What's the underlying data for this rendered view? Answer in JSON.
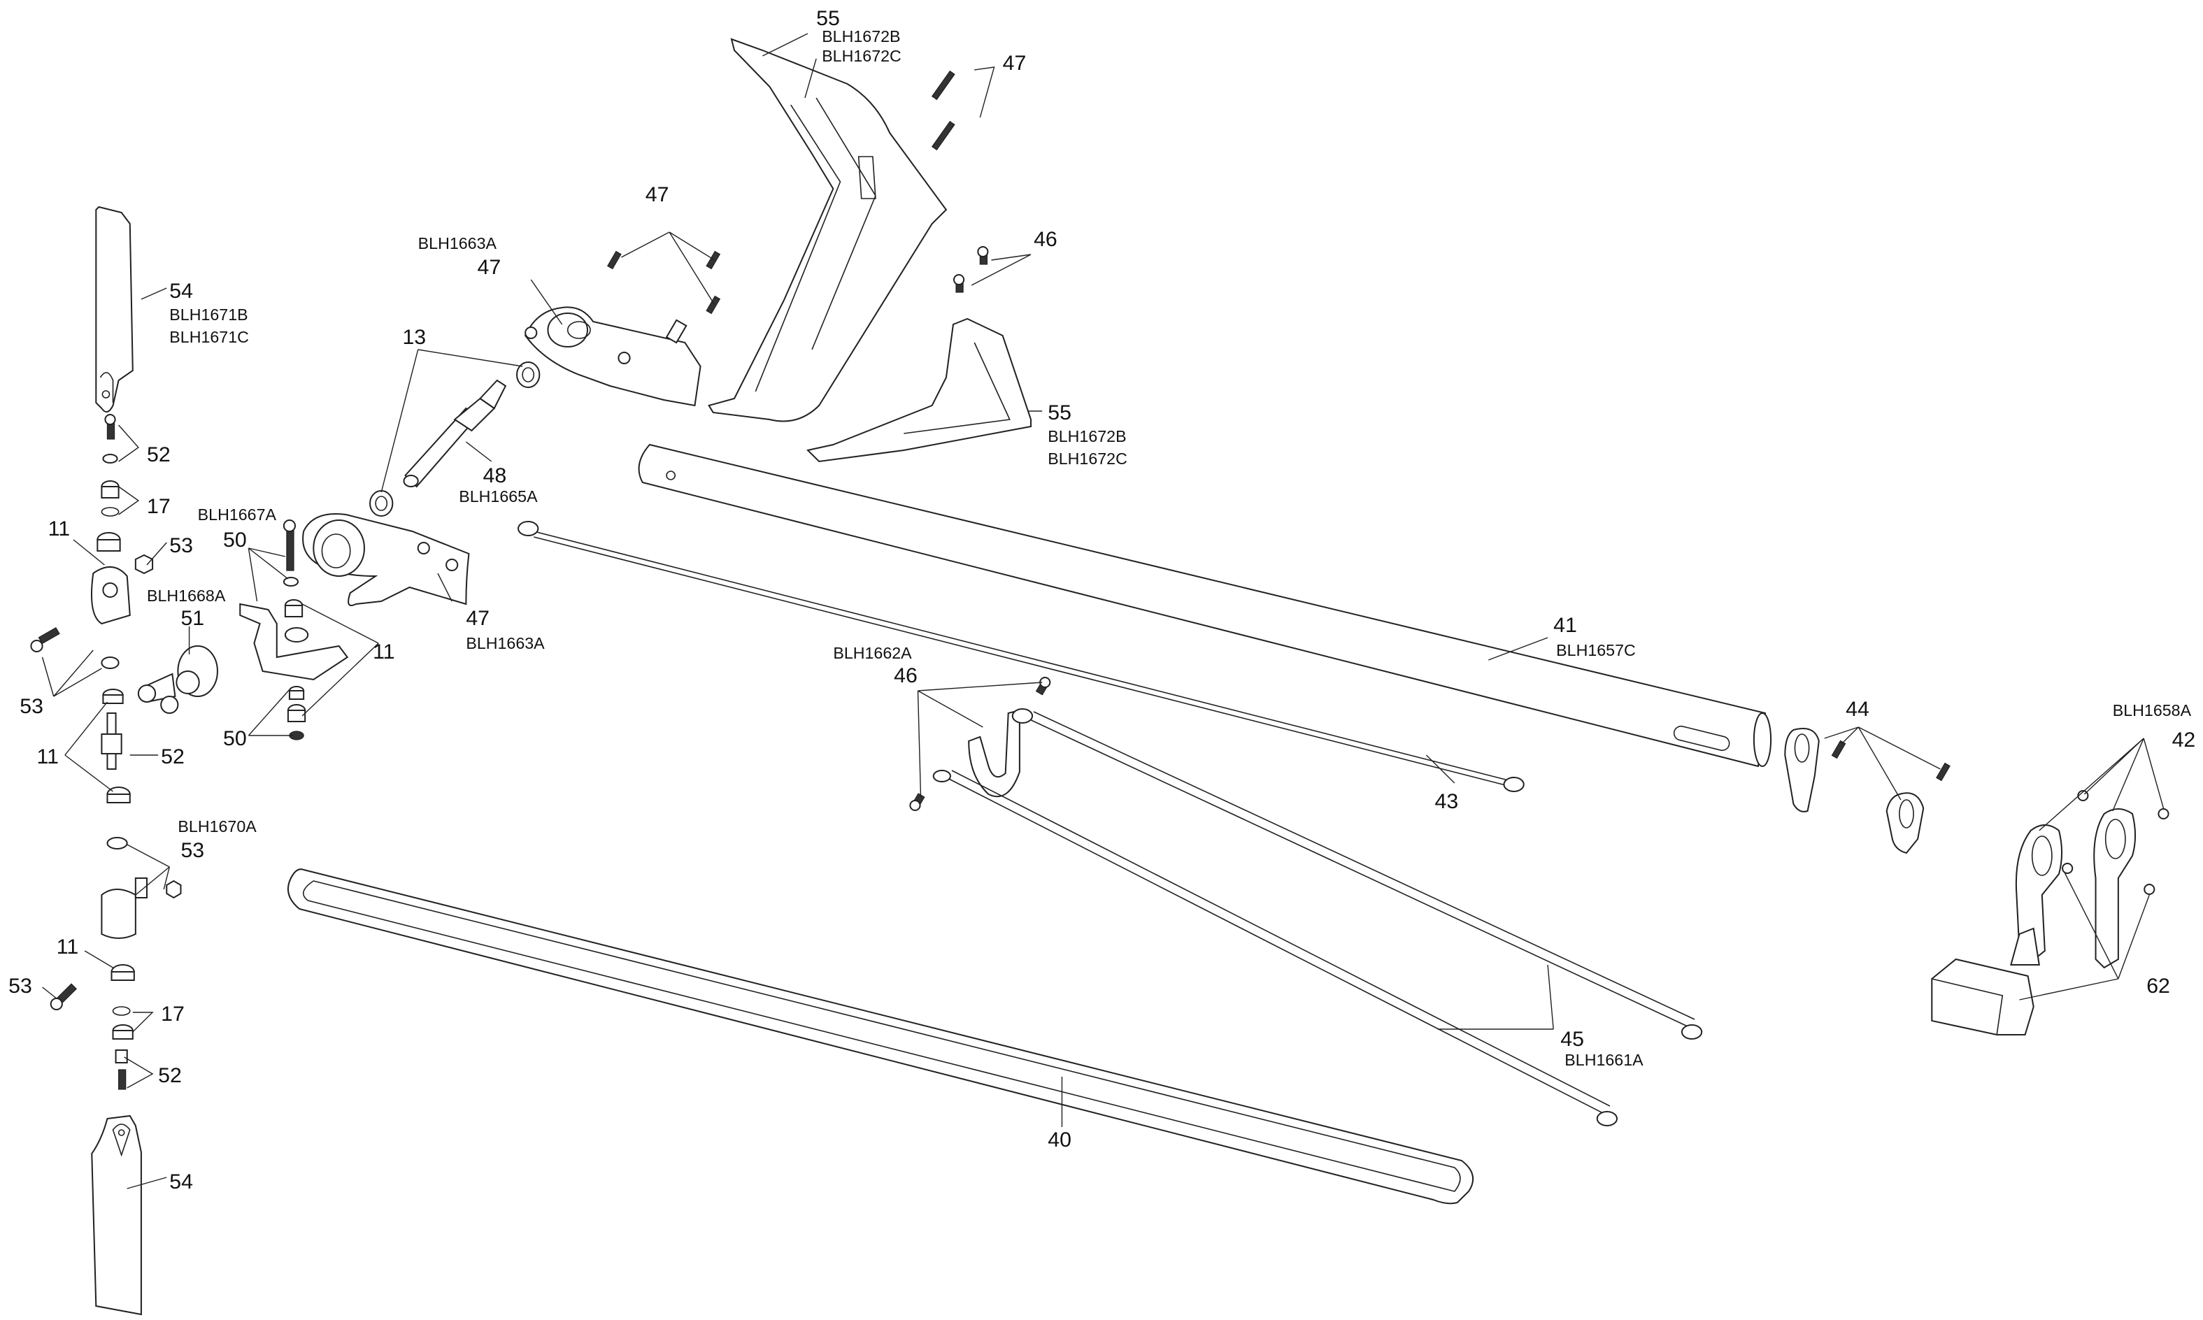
{
  "diagram": {
    "title": "Tail assembly exploded parts diagram",
    "callouts": [
      {
        "id": "c55-top",
        "number": "55",
        "codes": [
          "BLH1672B",
          "BLH1672C"
        ],
        "part": "vertical-fin"
      },
      {
        "id": "c47-top-right",
        "number": "47",
        "codes": [],
        "part": "fin-screws"
      },
      {
        "id": "c47-center",
        "number": "47",
        "codes": [],
        "part": "case-screws"
      },
      {
        "id": "c46-top",
        "number": "46",
        "codes": [],
        "part": "horizontal-fin-screws"
      },
      {
        "id": "c47-case",
        "number": "47",
        "codes": [
          "BLH1663A"
        ],
        "code_above": true,
        "part": "tail-case-half"
      },
      {
        "id": "c54-top",
        "number": "54",
        "codes": [
          "BLH1671B",
          "BLH1671C"
        ],
        "part": "tail-blade-upper"
      },
      {
        "id": "c13",
        "number": "13",
        "codes": [],
        "part": "bearings"
      },
      {
        "id": "c55-bottom",
        "number": "55",
        "codes": [
          "BLH1672B",
          "BLH1672C"
        ],
        "part": "horizontal-fin"
      },
      {
        "id": "c52-upper",
        "number": "52",
        "codes": [],
        "part": "blade-bolt-upper"
      },
      {
        "id": "c48",
        "number": "48",
        "codes": [
          "BLH1665A"
        ],
        "part": "tail-shaft"
      },
      {
        "id": "c17-upper",
        "number": "17",
        "codes": [],
        "part": "damper-upper"
      },
      {
        "id": "c50-upper",
        "number": "50",
        "codes": [
          "BLH1667A"
        ],
        "code_above": true,
        "part": "pitch-lever-bolt"
      },
      {
        "id": "c11-upper-left",
        "number": "11",
        "codes": [],
        "part": "grip-bearing-upper"
      },
      {
        "id": "c53-upper-nut",
        "number": "53",
        "codes": [],
        "part": "grip-nut-upper"
      },
      {
        "id": "c47-case-lower",
        "number": "47",
        "codes": [
          "BLH1663A"
        ],
        "part": "tail-case-lower"
      },
      {
        "id": "c51",
        "number": "51",
        "codes": [
          "BLH1668A"
        ],
        "code_above": true,
        "part": "pitch-slider"
      },
      {
        "id": "c11-lever",
        "number": "11",
        "codes": [],
        "part": "lever-bearings"
      },
      {
        "id": "c53-left",
        "number": "53",
        "codes": [],
        "part": "grip-hardware"
      },
      {
        "id": "c50-lower",
        "number": "50",
        "codes": [],
        "part": "lever-washers"
      },
      {
        "id": "c11-hub",
        "number": "11",
        "codes": [],
        "part": "hub-bearings"
      },
      {
        "id": "c52-hub",
        "number": "52",
        "codes": [],
        "part": "tail-hub"
      },
      {
        "id": "c41",
        "number": "41",
        "codes": [
          "BLH1657C"
        ],
        "part": "tail-boom"
      },
      {
        "id": "c46-clamp",
        "number": "46",
        "codes": [
          "BLH1662A"
        ],
        "code_above": true,
        "part": "support-clamp-screws"
      },
      {
        "id": "c44",
        "number": "44",
        "codes": [],
        "part": "boom-clamps"
      },
      {
        "id": "c42",
        "number": "42",
        "codes": [
          "BLH1658A"
        ],
        "code_above": true,
        "part": "servo-mount"
      },
      {
        "id": "c43",
        "number": "43",
        "codes": [],
        "part": "pushrod"
      },
      {
        "id": "c53-lower",
        "number": "53",
        "codes": [
          "BLH1670A"
        ],
        "code_above": true,
        "part": "grip-hardware-lower"
      },
      {
        "id": "c62",
        "number": "62",
        "codes": [],
        "part": "servo"
      },
      {
        "id": "c11-lower",
        "number": "11",
        "codes": [],
        "part": "grip-bearing-lower"
      },
      {
        "id": "c53-bolt-lower",
        "number": "53",
        "codes": [],
        "part": "grip-bolt-lower"
      },
      {
        "id": "c17-lower",
        "number": "17",
        "codes": [],
        "part": "damper-lower"
      },
      {
        "id": "c45",
        "number": "45",
        "codes": [
          "BLH1661A"
        ],
        "part": "boom-supports"
      },
      {
        "id": "c52-lower",
        "number": "52",
        "codes": [],
        "part": "blade-bolt-lower"
      },
      {
        "id": "c40",
        "number": "40",
        "codes": [],
        "part": "tail-belt"
      },
      {
        "id": "c54-bottom",
        "number": "54",
        "codes": [],
        "part": "tail-blade-lower"
      }
    ]
  }
}
